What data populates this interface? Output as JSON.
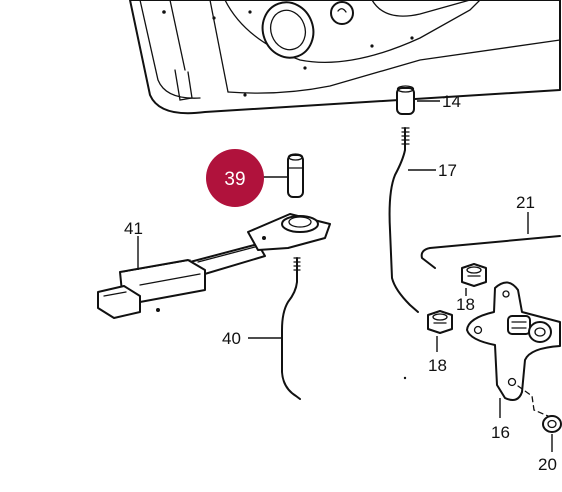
{
  "callouts": {
    "p14": "14",
    "p17": "17",
    "p21": "21",
    "p39": "39",
    "p41": "41",
    "p40": "40",
    "p18a": "18",
    "p18b": "18",
    "p16": "16",
    "p20": "20"
  },
  "highlight": {
    "part": "39",
    "color": "#b0123c",
    "text_color": "#ffffff"
  }
}
